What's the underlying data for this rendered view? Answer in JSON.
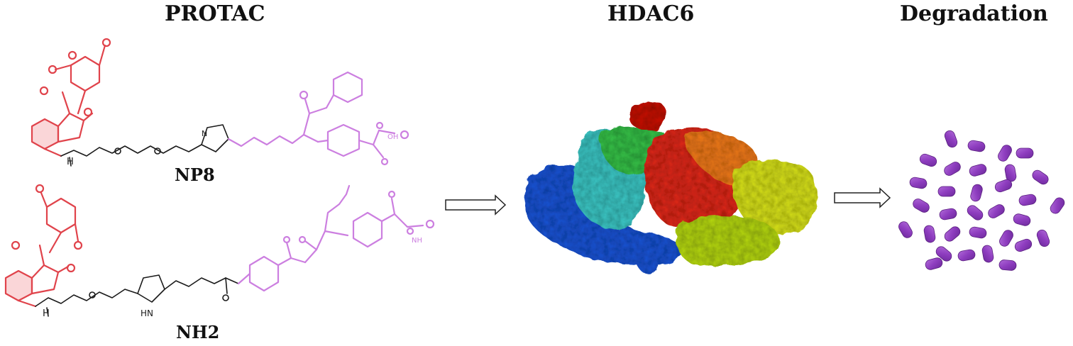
{
  "titles": {
    "protac": "PROTAC",
    "hdac6": "HDAC6",
    "degradation": "Degradation"
  },
  "molecules": {
    "first": "NP8",
    "second": "NH2"
  },
  "atom_labels": {
    "h": "H",
    "hn": "HN",
    "n": "N",
    "oh": "OH",
    "nh": "NH"
  },
  "colors": {
    "cereblon_ligand": "#e0434b",
    "linker": "#1a1a1a",
    "hdac_ligand": "#cc7fe0",
    "degraded_fragments": "#8e3dbf"
  }
}
